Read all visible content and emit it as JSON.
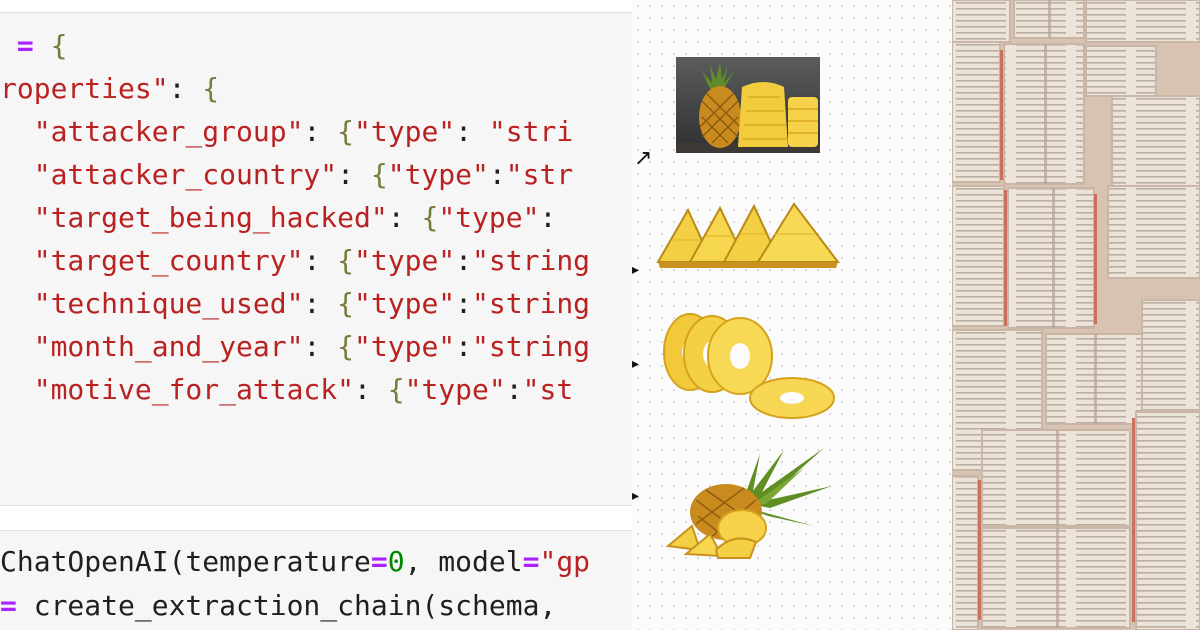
{
  "code_cells": {
    "schema": {
      "lines": [
        [
          {
            "t": "",
            "c": "plain"
          },
          {
            "t": " = ",
            "c": "op"
          },
          {
            "t": "{",
            "c": "brace"
          }
        ],
        [
          {
            "t": "roperties\"",
            "c": "str"
          },
          {
            "t": ": ",
            "c": "plain"
          },
          {
            "t": "{",
            "c": "brace"
          }
        ],
        [
          {
            "t": "  \"attacker_group\"",
            "c": "str"
          },
          {
            "t": ": ",
            "c": "plain"
          },
          {
            "t": "{",
            "c": "brace"
          },
          {
            "t": "\"type\"",
            "c": "str"
          },
          {
            "t": ": ",
            "c": "plain"
          },
          {
            "t": "\"stri",
            "c": "str"
          }
        ],
        [
          {
            "t": "  \"attacker_country\"",
            "c": "str"
          },
          {
            "t": ": ",
            "c": "plain"
          },
          {
            "t": "{",
            "c": "brace"
          },
          {
            "t": "\"type\"",
            "c": "str"
          },
          {
            "t": ":",
            "c": "plain"
          },
          {
            "t": "\"str",
            "c": "str"
          }
        ],
        [
          {
            "t": "  \"target_being_hacked\"",
            "c": "str"
          },
          {
            "t": ": ",
            "c": "plain"
          },
          {
            "t": "{",
            "c": "brace"
          },
          {
            "t": "\"type\"",
            "c": "str"
          },
          {
            "t": ": ",
            "c": "plain"
          }
        ],
        [
          {
            "t": "  \"target_country\"",
            "c": "str"
          },
          {
            "t": ": ",
            "c": "plain"
          },
          {
            "t": "{",
            "c": "brace"
          },
          {
            "t": "\"type\"",
            "c": "str"
          },
          {
            "t": ":",
            "c": "plain"
          },
          {
            "t": "\"string",
            "c": "str"
          }
        ],
        [
          {
            "t": "  \"technique_used\"",
            "c": "str"
          },
          {
            "t": ": ",
            "c": "plain"
          },
          {
            "t": "{",
            "c": "brace"
          },
          {
            "t": "\"type\"",
            "c": "str"
          },
          {
            "t": ":",
            "c": "plain"
          },
          {
            "t": "\"string",
            "c": "str"
          }
        ],
        [
          {
            "t": "  \"month_and_year\"",
            "c": "str"
          },
          {
            "t": ": ",
            "c": "plain"
          },
          {
            "t": "{",
            "c": "brace"
          },
          {
            "t": "\"type\"",
            "c": "str"
          },
          {
            "t": ":",
            "c": "plain"
          },
          {
            "t": "\"string",
            "c": "str"
          }
        ],
        [
          {
            "t": "  \"motive_for_attack\"",
            "c": "str"
          },
          {
            "t": ": ",
            "c": "plain"
          },
          {
            "t": "{",
            "c": "brace"
          },
          {
            "t": "\"type\"",
            "c": "str"
          },
          {
            "t": ":",
            "c": "plain"
          },
          {
            "t": "\"st",
            "c": "str"
          }
        ]
      ]
    },
    "llm": {
      "lines": [
        [
          {
            "t": "ChatOpenAI(temperature",
            "c": "plain"
          },
          {
            "t": "=",
            "c": "op"
          },
          {
            "t": "0",
            "c": "num"
          },
          {
            "t": ", model",
            "c": "plain"
          },
          {
            "t": "=",
            "c": "op"
          },
          {
            "t": "\"gp",
            "c": "str"
          }
        ],
        [
          {
            "t": "=",
            "c": "op"
          },
          {
            "t": " create_extraction_chain(schema, ",
            "c": "plain"
          }
        ]
      ]
    }
  },
  "pineapple_images": [
    {
      "name": "pineapple-whole-and-peeled-photo"
    },
    {
      "name": "pineapple-triangle-wedges"
    },
    {
      "name": "pineapple-rings"
    },
    {
      "name": "pineapple-with-crown-and-chunks"
    }
  ],
  "colors": {
    "code_string": "#ba2121",
    "code_operator": "#aa22ff",
    "code_number": "#008800",
    "code_brace": "#7a7a3a",
    "cell_background": "#f6f6f6",
    "pineapple_flesh": "#f4d046",
    "pineapple_skin": "#c98a1e",
    "pineapple_leaf": "#5f8f23",
    "book_paper": "#ece3d9"
  },
  "books_photo": {
    "icon": "open-books-collage"
  }
}
